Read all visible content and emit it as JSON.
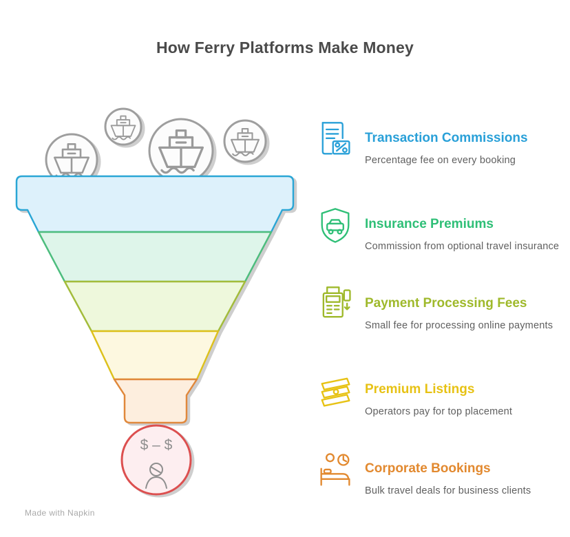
{
  "title": "How Ferry Platforms Make Money",
  "watermark": "Made with Napkin",
  "colors": {
    "title_text": "#4a4a4a",
    "description_text": "#5f5f5f",
    "ferry_icon": "#9a9a9a",
    "ferry_circle_fill": "#fcfcfc",
    "ferry_circle_stroke": "#9e9e9e"
  },
  "funnel": {
    "stages": [
      {
        "name": "Transaction Commissions",
        "fill": "#ddf1fb",
        "stroke": "#2aa6d5"
      },
      {
        "name": "Insurance Premiums",
        "fill": "#def5ea",
        "stroke": "#4dbd7e"
      },
      {
        "name": "Payment Processing Fees",
        "fill": "#eef8dc",
        "stroke": "#a3bc3a"
      },
      {
        "name": "Premium Listings",
        "fill": "#fdf8e0",
        "stroke": "#ddc11f"
      },
      {
        "name": "Corporate Bookings",
        "fill": "#fdeede",
        "stroke": "#e0883a"
      }
    ],
    "outlet": {
      "fill": "#fdeef0",
      "stroke": "#dc5050",
      "face_text": "$ – $",
      "icon": "money-face-icon"
    },
    "input_icon": "ferry-icon",
    "input_count": 4
  },
  "items": [
    {
      "label": "Transaction Commissions",
      "description": "Percentage fee on every booking",
      "color": "#29a0d8",
      "icon": "invoice-percent-icon"
    },
    {
      "label": "Insurance Premiums",
      "description": "Commission from optional travel insurance",
      "color": "#2fbf77",
      "icon": "shield-vehicle-icon"
    },
    {
      "label": "Payment Processing Fees",
      "description": "Small fee for processing online payments",
      "color": "#9fb92b",
      "icon": "payment-terminal-icon"
    },
    {
      "label": "Premium Listings",
      "description": "Operators pay for top placement",
      "color": "#e7c214",
      "icon": "banknotes-icon"
    },
    {
      "label": "Corporate Bookings",
      "description": "Bulk travel deals for business clients",
      "color": "#e2892f",
      "icon": "corporate-travel-icon"
    }
  ]
}
